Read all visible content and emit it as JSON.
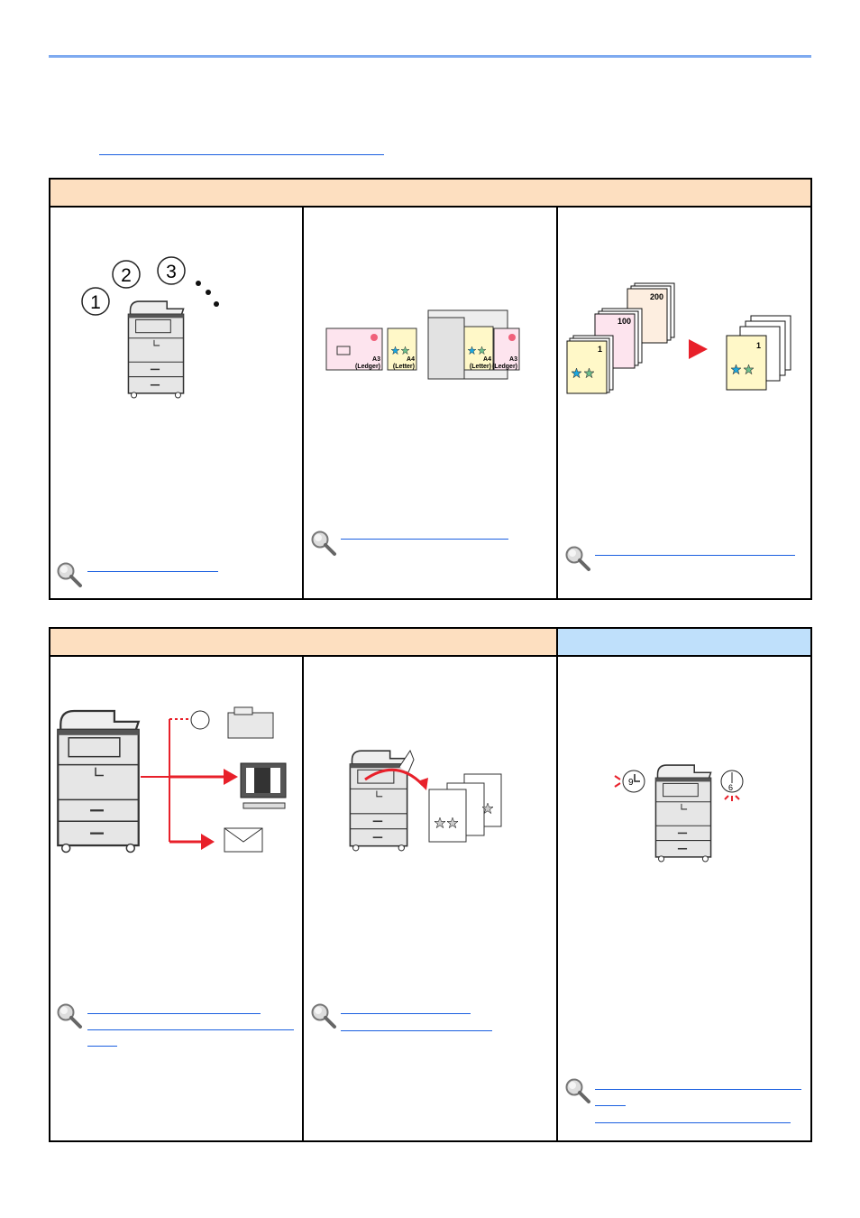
{
  "colors": {
    "rule": "#7eaaf0",
    "header_orange": "#fddfc0",
    "header_blue": "#bfe0fb",
    "link": "#1a5fe0",
    "accent_red": "#e8202a"
  },
  "illustrations": {
    "job_queue": {
      "badges": [
        "1",
        "2",
        "3"
      ]
    },
    "mixed_size": {
      "page1_size": "A3",
      "page1_alt": "(Ledger)",
      "page2_size": "A4",
      "page2_alt": "(Letter)"
    },
    "continuous_scan": {
      "stack_labels": [
        "1",
        "100",
        "200"
      ],
      "result_label": "1"
    },
    "timer": {
      "clock_left": "9",
      "clock_right": "6"
    }
  }
}
